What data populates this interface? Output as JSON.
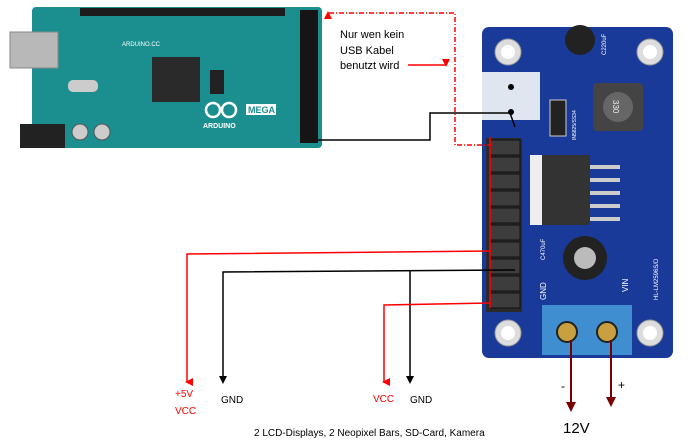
{
  "arduino": {
    "brand": "ARDUINO",
    "model": "MEGA",
    "site": "ARDUINO.CC"
  },
  "module": {
    "labels": {
      "gnd": "GND",
      "vin": "VIN",
      "cap_out": "C220uF",
      "cap_in": "C470uF",
      "inductor": "330",
      "diode": "IN5825/SS34",
      "model": "HL-LM2596S/D"
    }
  },
  "note": {
    "lines": [
      "Nur wen kein",
      "USB Kabel",
      "benutzt wird"
    ]
  },
  "outputs": [
    {
      "label_lines": [
        "+5V",
        "VCC"
      ],
      "color": "#ff0000"
    },
    {
      "label_lines": [
        "GND"
      ],
      "color": "#000000"
    },
    {
      "label_lines": [
        "VCC"
      ],
      "color": "#ff0000"
    },
    {
      "label_lines": [
        "GND"
      ],
      "color": "#000000"
    }
  ],
  "input": {
    "minus": "-",
    "plus": "+",
    "voltage": "12V",
    "color": "#7a0000"
  },
  "caption": "2 LCD-Displays, 2 Neopixel Bars, SD-Card, Kamera",
  "colors": {
    "arduino_board": "#1b8f8f",
    "module_board": "#1a3a9a",
    "vcc_wire": "#ff0000",
    "gnd_wire": "#000000"
  }
}
